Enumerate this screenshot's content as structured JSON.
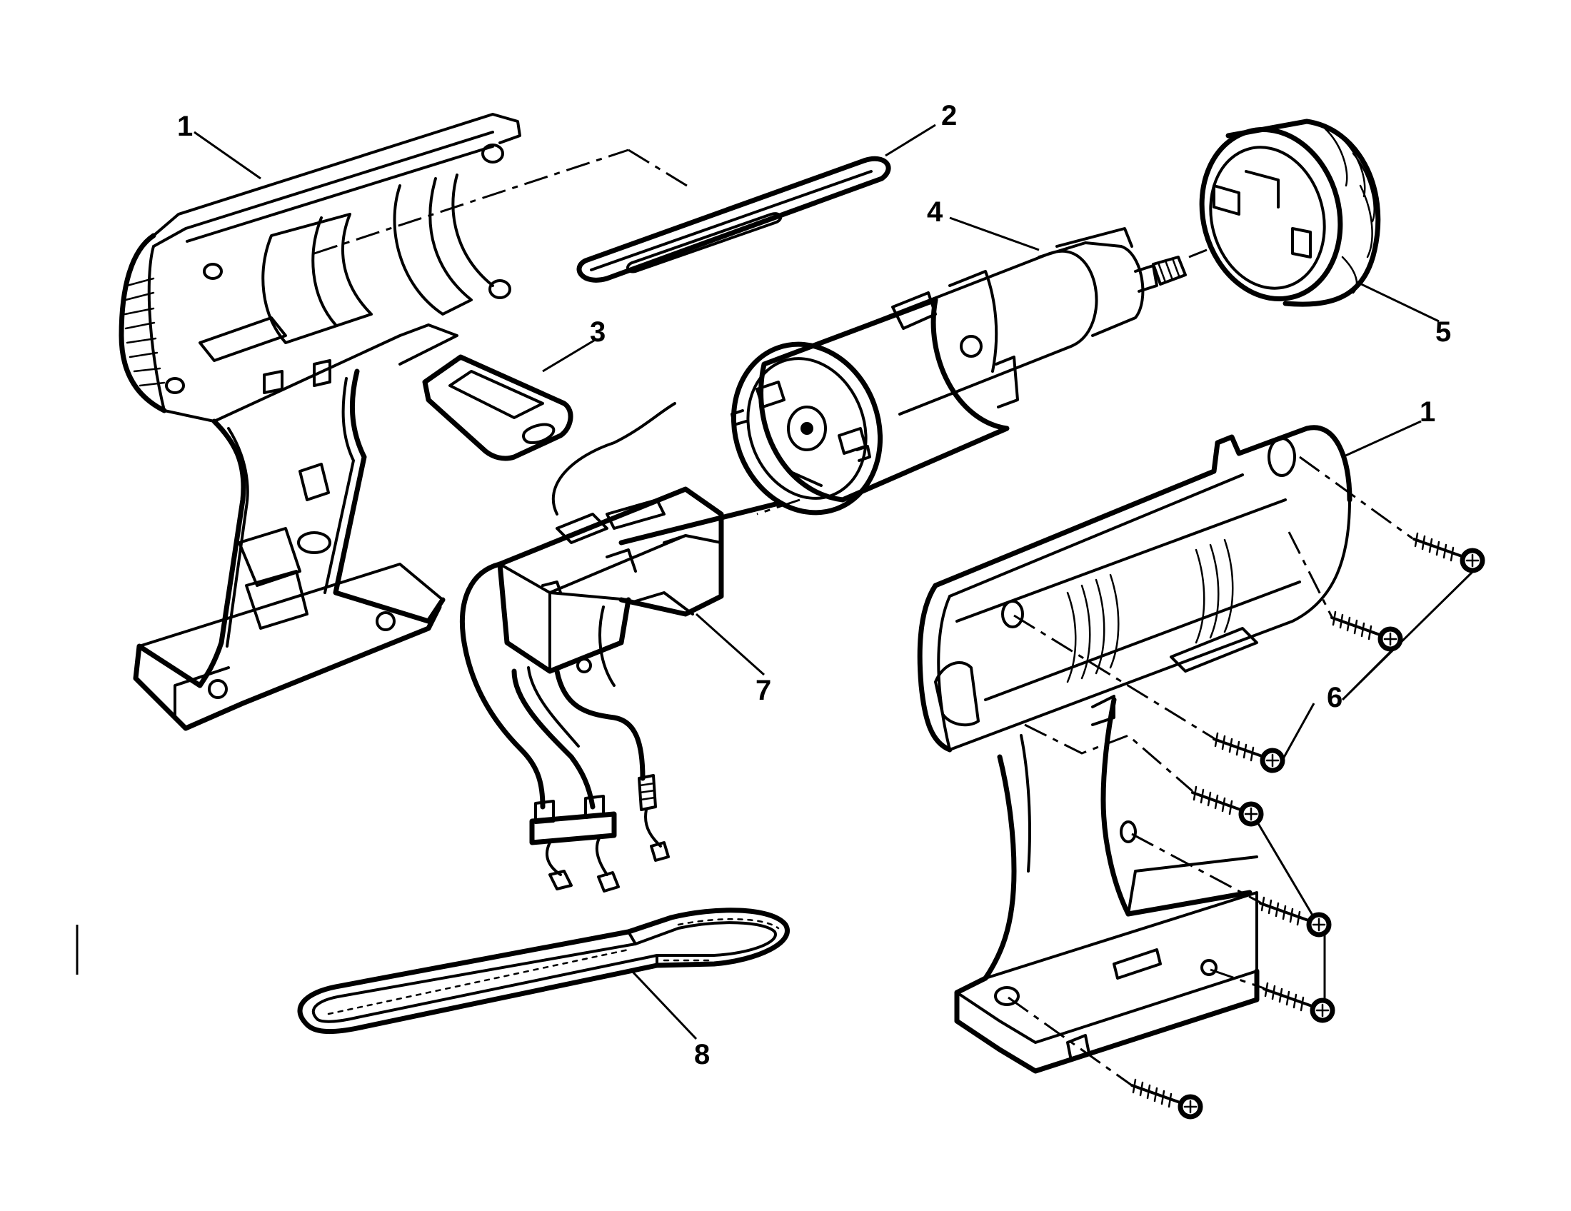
{
  "labels": {
    "housing_left": "1",
    "nameplate": "2",
    "switch_cover": "3",
    "motor": "4",
    "chuck_cap": "5",
    "screws": "6",
    "switch": "7",
    "strap": "8",
    "housing_right": "1"
  },
  "colors": {
    "ink": "#000000",
    "paper": "#ffffff"
  }
}
